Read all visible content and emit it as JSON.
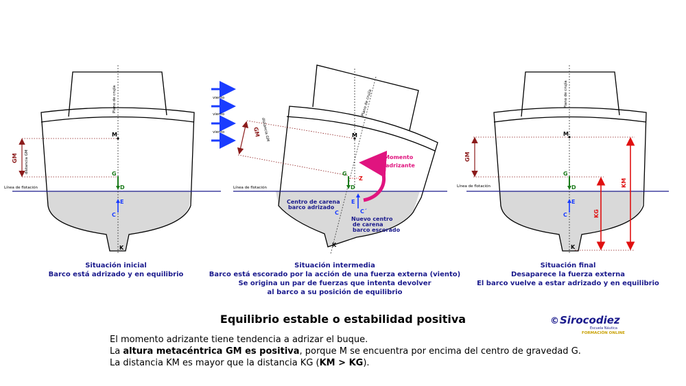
{
  "panels": [
    {
      "caption_lines": [
        "Situación inicial",
        "Barco está adrizado y en equilibrio"
      ],
      "plano_label": "Plano de crujía",
      "waterline_label": "Línea de flotación",
      "gm_label": "GM",
      "gm_sub_label": "distancia GM",
      "points": {
        "M": "M",
        "G": "G",
        "D": "D",
        "E": "E",
        "C": "C",
        "K": "K"
      }
    },
    {
      "caption_lines": [
        "Situación intermedia",
        "Barco está escorado por la acción de una fuerza externa (viento)",
        "Se origina un par de fuerzas que intenta devolver",
        "al barco a su posición de equilibrio"
      ],
      "plano_label": "Plano de crujía",
      "waterline_label": "Línea de flotación",
      "gm_label": "GM",
      "gm_sub_label": "distancia GM",
      "wind_labels": [
        "viento",
        "viento",
        "viento"
      ],
      "moment_lines": [
        "Momento",
        "adrizante"
      ],
      "carena_lines": [
        "Centro de carena",
        "barco adrizado"
      ],
      "new_carena_lines": [
        "Nuevo centro",
        "de carena",
        "barco escorado"
      ],
      "points": {
        "M": "M",
        "G": "G",
        "D": "D",
        "Z": "Z",
        "E": "E",
        "C": "C",
        "C2": "C´",
        "K": "K"
      }
    },
    {
      "caption_lines": [
        "Situación final",
        "Desaparece la fuerza externa",
        "El barco vuelve a estar adrizado y en equilibrio"
      ],
      "plano_label": "Plano de crujía",
      "waterline_label": "Línea de flotación",
      "gm_label": "GM",
      "km_label": "KM",
      "kg_label": "KG",
      "points": {
        "M": "M",
        "G": "G",
        "D": "D",
        "E": "E",
        "C": "C",
        "K": "K"
      }
    }
  ],
  "title": "Equilibrio estable o estabilidad positiva",
  "explanation": {
    "line1": "El momento adrizante tiene tendencia a adrizar el buque.",
    "line2_pre": "La ",
    "line2_bold": "altura metacéntrica GM es positiva",
    "line2_post": ", porque M se encuentra por encima del centro de gravedad G.",
    "line3_pre": "La distancia KM es mayor que la distancia KG (",
    "line3_bold": "KM > KG",
    "line3_post": ")."
  },
  "logo": {
    "copyright": "©",
    "name": "Sirocodiez",
    "sub": "Escuela Náutica",
    "tag": "FORMACIÓN ONLINE"
  },
  "colors": {
    "hull_outline": "#000000",
    "water": "#d9d9d9",
    "waterline": "#1a1a8c",
    "gm_bracket": "#8b1a1a",
    "km_kg": "#e01010",
    "moment": "#e0147f",
    "wind": "#1a3cff",
    "point_g": "#1a7a1a",
    "point_e": "#1a3cff"
  }
}
